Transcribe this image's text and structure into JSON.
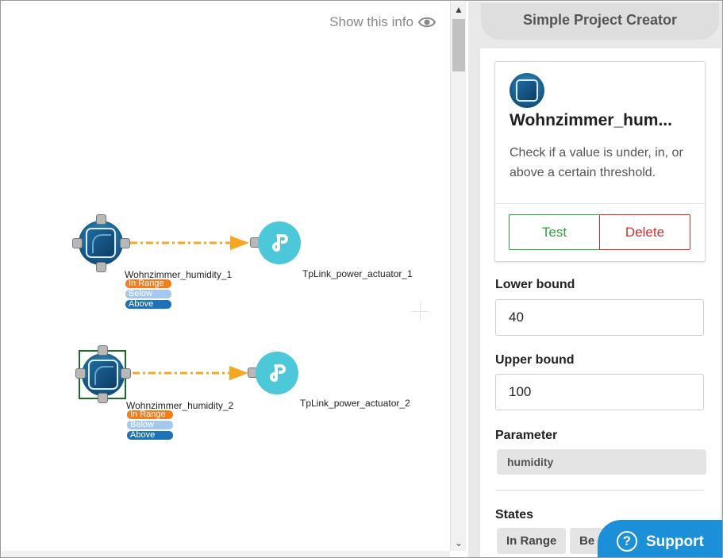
{
  "canvas": {
    "show_info": "Show this info",
    "nodes": [
      {
        "sensor_label": "Wohnzimmer_humidity_1",
        "actuator_label": "TpLink_power_actuator_1",
        "states": [
          "In Range",
          "Below",
          "Above"
        ]
      },
      {
        "sensor_label": "Wohnzimmer_humidity_2",
        "actuator_label": "TpLink_power_actuator_2",
        "states": [
          "In Range",
          "Below",
          "Above"
        ]
      }
    ]
  },
  "panel": {
    "title": "Simple Project Creator",
    "card": {
      "title": "Wohnzimmer_hum...",
      "description": "Check if a value is under, in, or above a certain threshold.",
      "test_label": "Test",
      "delete_label": "Delete"
    },
    "lower_bound": {
      "label": "Lower bound",
      "value": "40"
    },
    "upper_bound": {
      "label": "Upper bound",
      "value": "100"
    },
    "parameter": {
      "label": "Parameter",
      "value": "humidity"
    },
    "states": {
      "label": "States",
      "items": [
        "In Range",
        "Be"
      ]
    }
  },
  "support": {
    "label": "Support"
  },
  "colors": {
    "accent_orange": "#f07f1f",
    "state_below": "#a4c8ee",
    "state_above": "#1e73b8",
    "actuator": "#4dc8d9",
    "test_green": "#2e9e3e",
    "delete_red": "#c9302c",
    "support_blue": "#1b8fd8",
    "connector": "#f5a623"
  }
}
